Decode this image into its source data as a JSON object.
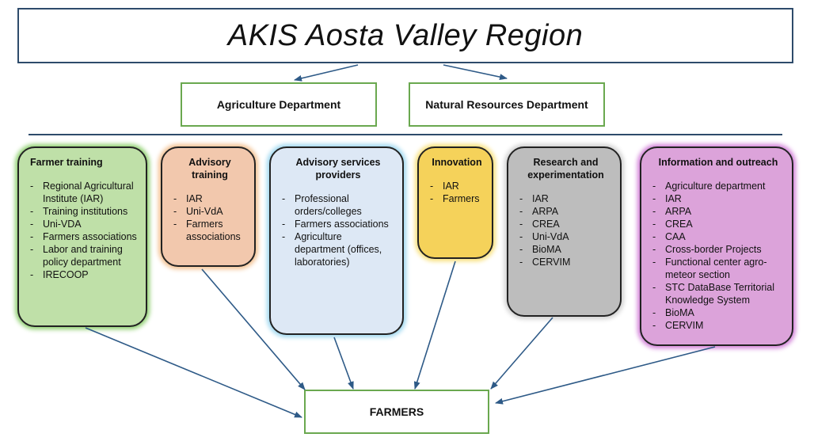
{
  "title": "AKIS Aosta Valley Region",
  "departments": [
    "Agriculture Department",
    "Natural Resources Department"
  ],
  "cards": [
    {
      "title": "Farmer training",
      "items": [
        "Regional Agricultural Institute (IAR)",
        "Training institutions",
        "Uni-VDA",
        "Farmers associations",
        "Labor and training policy department",
        "IRECOOP"
      ],
      "fill": "#bfe0a8",
      "glow": "#8fd070"
    },
    {
      "title": "Advisory training",
      "items": [
        "IAR",
        "Uni-VdA",
        "Farmers associations"
      ],
      "fill": "#f2c8ad",
      "glow": "#f2c090"
    },
    {
      "title": "Advisory services providers",
      "items": [
        "Professional orders/colleges",
        "Farmers associations",
        "Agriculture department (offices, laboratories)"
      ],
      "fill": "#dde8f5",
      "glow": "#9fd8f0"
    },
    {
      "title": "Innovation",
      "items": [
        "IAR",
        "Farmers"
      ],
      "fill": "#f5d25a",
      "glow": "#f8e07a"
    },
    {
      "title": "Research and experimentation",
      "items": [
        "IAR",
        "ARPA",
        "CREA",
        "Uni-VdA",
        "BioMA",
        "CERVIM"
      ],
      "fill": "#bdbdbd",
      "glow": "#d0d0d0"
    },
    {
      "title": "Information and outreach",
      "items": [
        "Agriculture department",
        "IAR",
        "ARPA",
        "CREA",
        "CAA",
        "Cross-border Projects",
        "Functional center agro-meteor section",
        "STC DataBase Territorial Knowledge System",
        "BioMA",
        "CERVIM"
      ],
      "fill": "#dca3da",
      "glow": "#d27fd8"
    }
  ],
  "target": "FARMERS",
  "colors": {
    "frame": "#2e4b6b",
    "green_border": "#6aa84f",
    "arrow": "#2e5a87"
  }
}
